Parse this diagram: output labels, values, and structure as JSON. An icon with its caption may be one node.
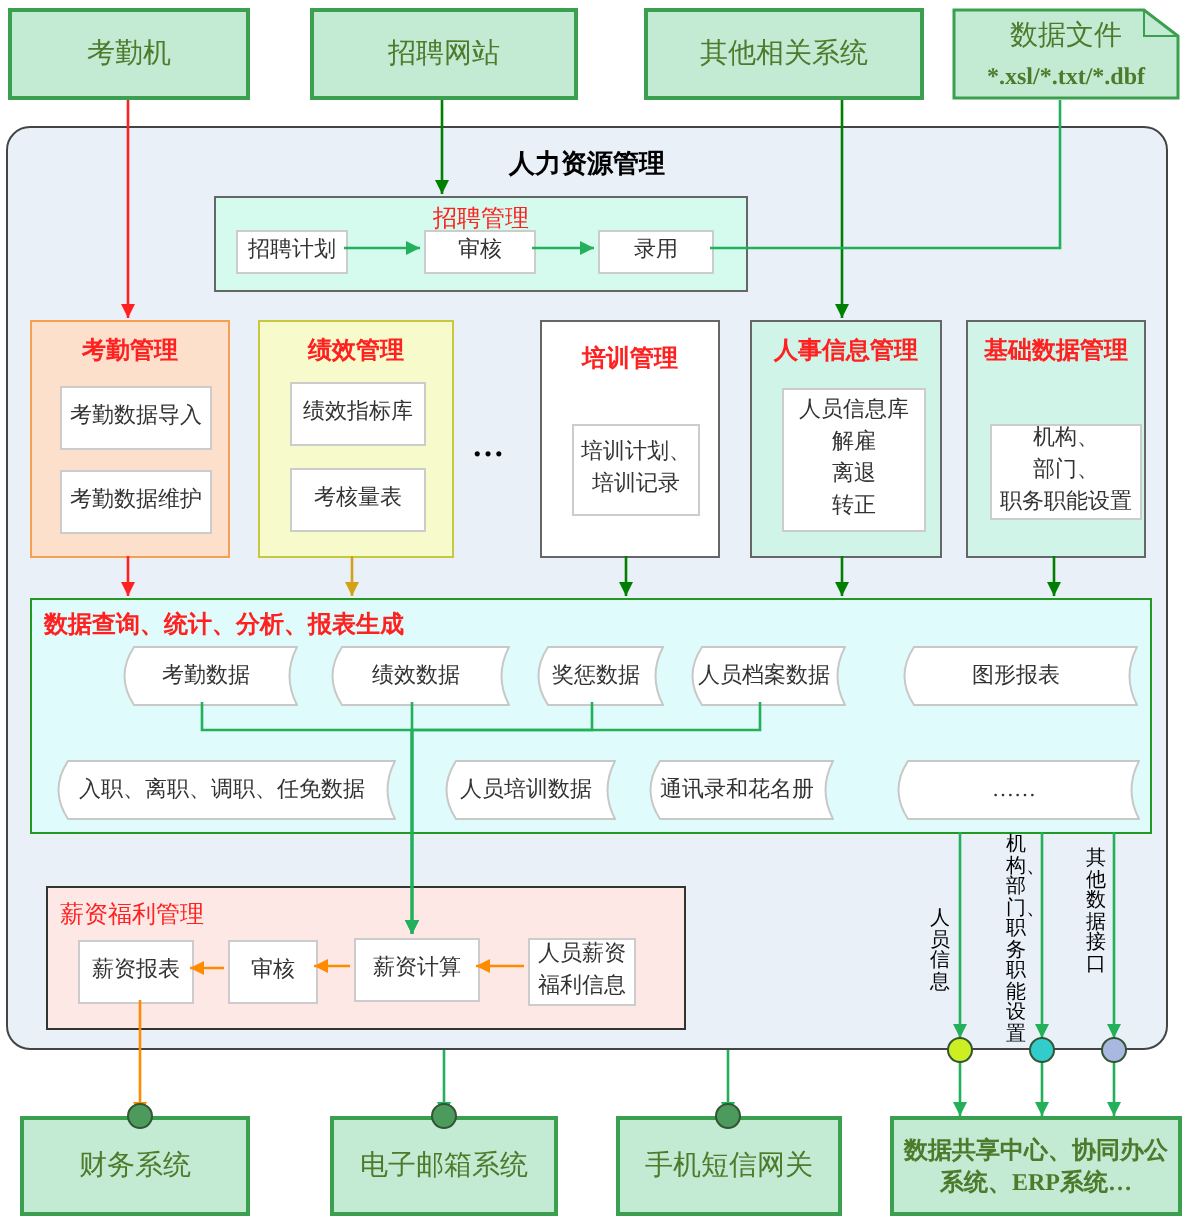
{
  "diagram": {
    "nodes": [
      {
        "text": [
          "考勤机"
        ]
      },
      {
        "text": [
          "招聘网站"
        ]
      },
      {
        "text": [
          "其他相关系统"
        ]
      },
      {
        "text": [
          "数据文件",
          "*.xsl/*.txt/*.dbf"
        ]
      },
      {
        "text": [
          "人力资源管理"
        ]
      },
      {
        "text": [
          "招聘管理"
        ],
        "in": 4
      },
      {
        "text": [
          "招聘计划"
        ],
        "in": 5
      },
      {
        "text": [
          "审核"
        ],
        "in": 5
      },
      {
        "text": [
          "录用"
        ],
        "in": 5
      },
      {
        "text": [
          "考勤管理"
        ],
        "in": 4
      },
      {
        "text": [
          "考勤数据导入"
        ],
        "in": 9
      },
      {
        "text": [
          "考勤数据维护"
        ],
        "in": 9
      },
      {
        "text": [
          "绩效管理"
        ],
        "in": 4
      },
      {
        "text": [
          "绩效指标库"
        ],
        "in": 12
      },
      {
        "text": [
          "考核量表"
        ],
        "in": 12
      },
      {
        "text": [
          "培训管理"
        ],
        "in": 4
      },
      {
        "text": [
          "培训计划、培训记录"
        ],
        "in": 15
      },
      {
        "text": [
          "人事信息管理"
        ],
        "in": 4
      },
      {
        "text": [
          "人员信息库",
          "解雇",
          "离退",
          "转正"
        ],
        "in": 17
      },
      {
        "text": [
          "基础数据管理"
        ],
        "in": 4
      },
      {
        "text": [
          "机构、",
          "部门、",
          "职务职能设置"
        ],
        "in": 19
      },
      {
        "text": [
          "数据查询、统计、分析、报表生成"
        ],
        "in": 4
      },
      {
        "text": [
          "考勤数据"
        ],
        "in": 21
      },
      {
        "text": [
          "绩效数据"
        ],
        "in": 21
      },
      {
        "text": [
          "奖惩数据"
        ],
        "in": 21
      },
      {
        "text": [
          "人员档案数据"
        ],
        "in": 21
      },
      {
        "text": [
          "图形报表"
        ],
        "in": 21
      },
      {
        "text": [
          "入职、离职、调职、任免数据"
        ],
        "in": 21
      },
      {
        "text": [
          "人员培训数据"
        ],
        "in": 21
      },
      {
        "text": [
          "通讯录和花名册"
        ],
        "in": 21
      },
      {
        "text": [
          "……"
        ],
        "in": 21
      },
      {
        "text": [
          "薪资福利管理"
        ],
        "in": 4
      },
      {
        "text": [
          "薪资报表"
        ],
        "in": 31
      },
      {
        "text": [
          "审核"
        ],
        "in": 31
      },
      {
        "text": [
          "薪资计算"
        ],
        "in": 31
      },
      {
        "text": [
          "人员薪资福利信息"
        ],
        "in": 31
      },
      {
        "text": [
          "财务系统"
        ]
      },
      {
        "text": [
          "电子邮箱系统"
        ]
      },
      {
        "text": [
          "手机短信网关"
        ]
      },
      {
        "text": [
          "数据共享中心、协同办公系统、ERP系统…"
        ]
      }
    ],
    "edges": [
      {
        "from": 0,
        "to": 9,
        "arrow": "to",
        "color": "#ff2020"
      },
      {
        "from": 1,
        "to": 5,
        "arrow": "to",
        "color": "#008000"
      },
      {
        "from": 2,
        "to": 17,
        "arrow": "to",
        "color": "#008000"
      },
      {
        "from": 3,
        "to": 8,
        "arrow": "none"
      },
      {
        "from": 6,
        "to": 7,
        "arrow": "to"
      },
      {
        "from": 7,
        "to": 8,
        "arrow": "to"
      },
      {
        "from": 9,
        "to": 21,
        "arrow": "to",
        "color": "#ff2020"
      },
      {
        "from": 12,
        "to": 21,
        "arrow": "to",
        "color": "#d4a017"
      },
      {
        "from": 15,
        "to": 21,
        "arrow": "to",
        "color": "#008000"
      },
      {
        "from": 17,
        "to": 21,
        "arrow": "to",
        "color": "#008000"
      },
      {
        "from": 19,
        "to": 21,
        "arrow": "to",
        "color": "#008000"
      },
      {
        "from": 22,
        "to": 34,
        "arrow": "to"
      },
      {
        "from": 23,
        "to": 34,
        "arrow": "to"
      },
      {
        "from": 24,
        "to": 34,
        "arrow": "to"
      },
      {
        "from": 25,
        "to": 34,
        "arrow": "to"
      },
      {
        "from": 35,
        "to": 34,
        "arrow": "to",
        "color": "#ff8c00"
      },
      {
        "from": 34,
        "to": 33,
        "arrow": "to",
        "color": "#ff8c00"
      },
      {
        "from": 33,
        "to": 32,
        "arrow": "to",
        "color": "#ff8c00"
      },
      {
        "from": 32,
        "to": 36,
        "arrow": "to",
        "color": "#ff8c00"
      },
      {
        "from": 4,
        "to": 37,
        "arrow": "to"
      },
      {
        "from": 4,
        "to": 38,
        "arrow": "to"
      },
      {
        "from": 21,
        "to": 39,
        "arrow": "to",
        "label": "人员信息"
      },
      {
        "from": 21,
        "to": 39,
        "arrow": "to",
        "label": "机构、部门、职务职能设置"
      },
      {
        "from": 21,
        "to": 39,
        "arrow": "to",
        "label": "其他数据接口"
      }
    ],
    "labels": [
      "…"
    ]
  }
}
